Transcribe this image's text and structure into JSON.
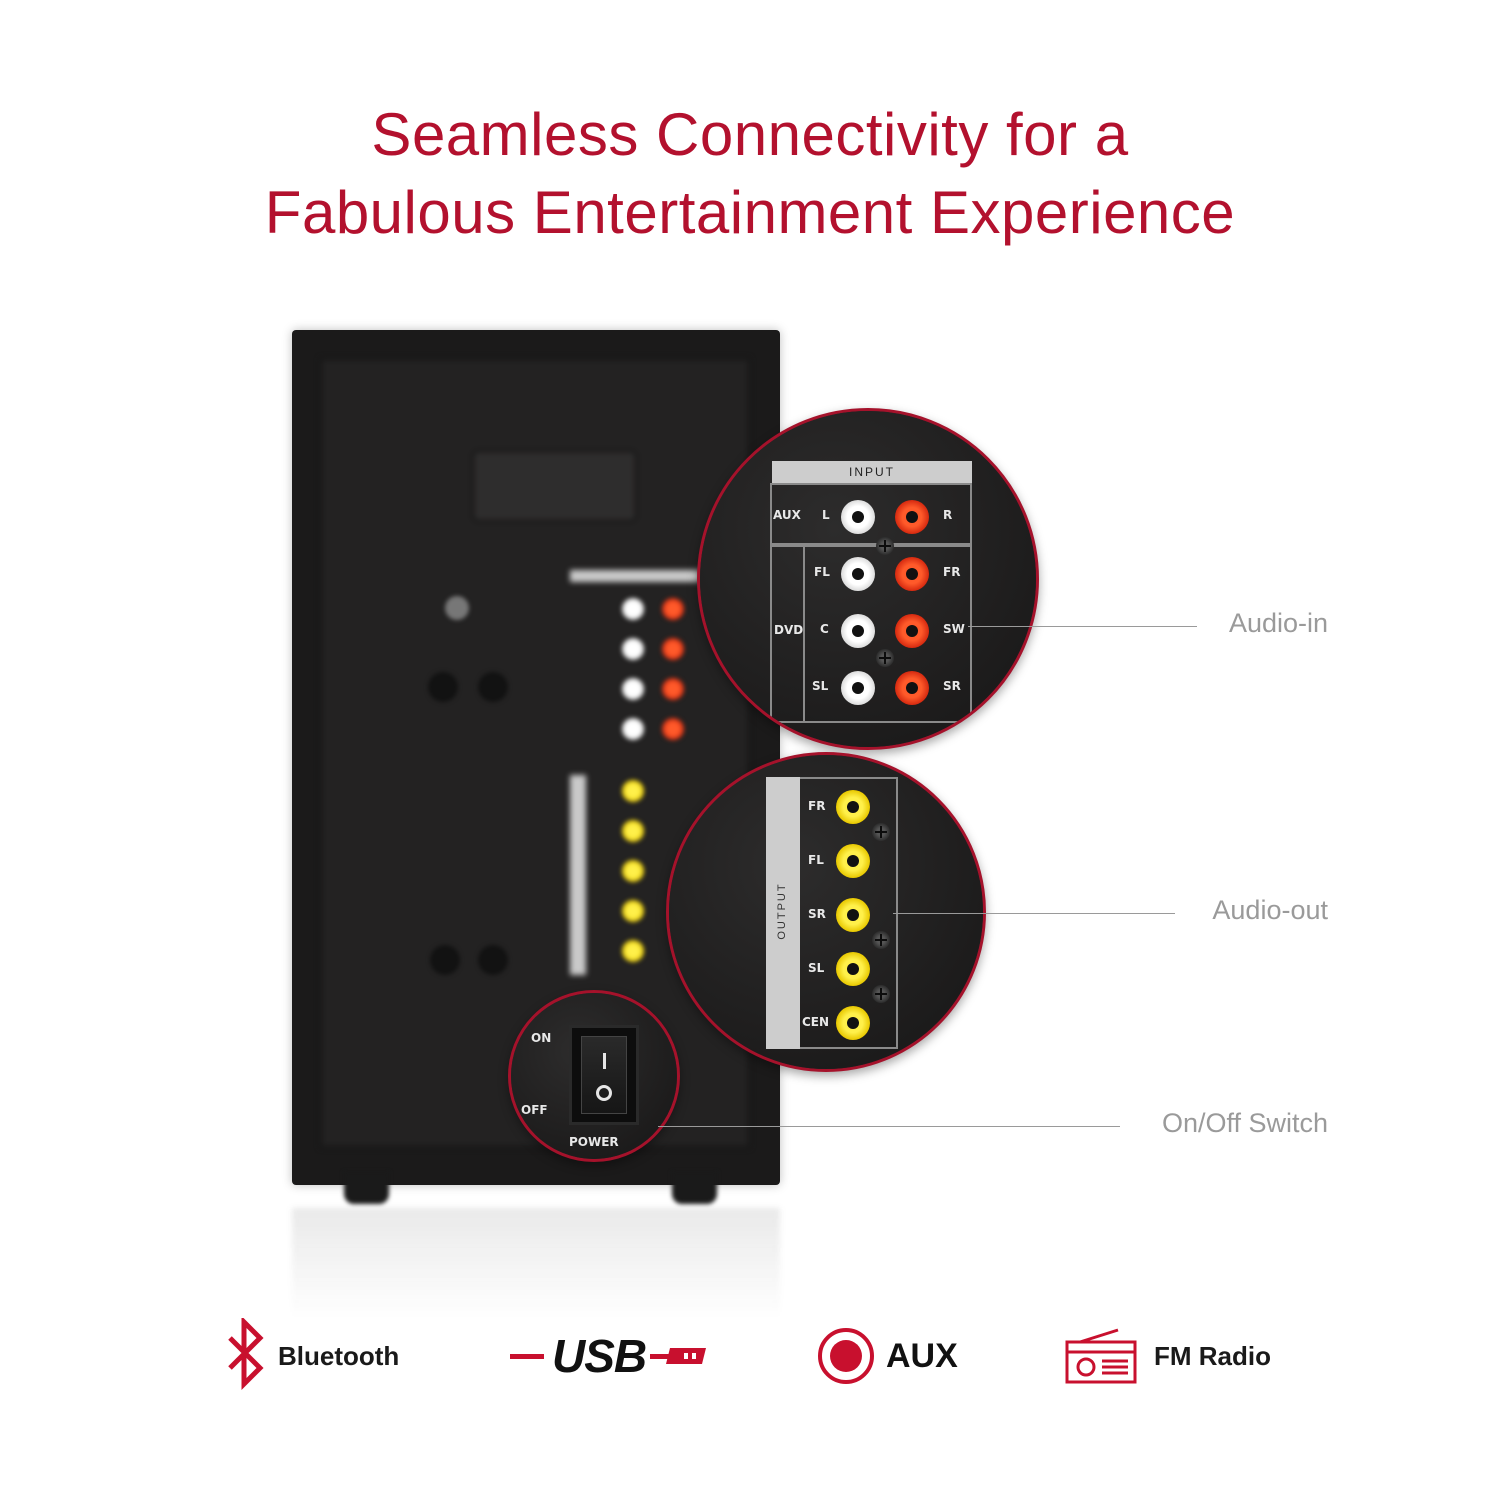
{
  "headline": {
    "line1": "Seamless Connectivity for a",
    "line2": "Fabulous Entertainment Experience"
  },
  "callouts": {
    "audio_in": "Audio-in",
    "audio_out": "Audio-out",
    "switch": "On/Off Switch"
  },
  "input_panel": {
    "title": "INPUT",
    "aux": "AUX",
    "dvd": "DVD",
    "left_labels": [
      "L",
      "FL",
      "C",
      "SL"
    ],
    "right_labels": [
      "R",
      "FR",
      "SW",
      "SR"
    ]
  },
  "output_panel": {
    "title": "OUTPUT",
    "labels": [
      "FR",
      "FL",
      "SR",
      "SL",
      "CEN"
    ]
  },
  "power_panel": {
    "on": "ON",
    "off": "OFF",
    "power": "POWER"
  },
  "features": {
    "bluetooth": "Bluetooth",
    "usb": "USB",
    "aux": "AUX",
    "fm": "FM Radio"
  },
  "colors": {
    "brand_red": "#b3112e",
    "callout_gray": "#9a9a9a"
  }
}
